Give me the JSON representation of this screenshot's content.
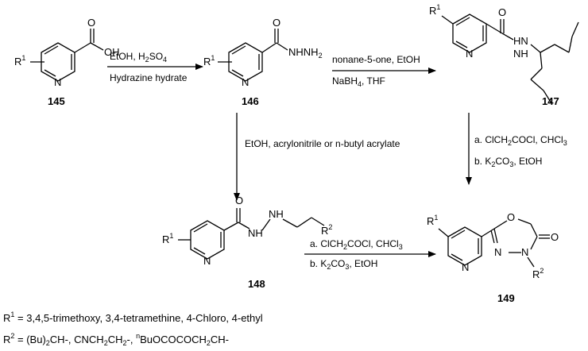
{
  "compounds": {
    "c145": {
      "number": "145",
      "R": "R",
      "R_sup": "1",
      "N": "N",
      "O": "O",
      "OH": "OH"
    },
    "c146": {
      "number": "146",
      "R": "R",
      "R_sup": "1",
      "N": "N",
      "O": "O",
      "group": "NHNH",
      "group_sub": "2"
    },
    "c147": {
      "number": "147",
      "R": "R",
      "R_sup": "1",
      "N": "N",
      "O": "O",
      "group": "HN",
      "group2": "NH"
    },
    "c148": {
      "number": "148",
      "R": "R",
      "R_sup": "1",
      "N": "N",
      "O": "O",
      "nh1": "NH",
      "nh2": "NH",
      "R2": "R",
      "R2_sup": "2"
    },
    "c149": {
      "number": "149",
      "R": "R",
      "R_sup": "1",
      "N": "N",
      "O1": "O",
      "O2": "O",
      "N2": "N",
      "N3": "N",
      "R2": "R",
      "R2_sup": "2"
    }
  },
  "conditions": {
    "s1_top": "EtOH, H",
    "s1_top_sub": "2",
    "s1_top_tail": "SO",
    "s1_top_sub2": "4",
    "s1_bottom": "Hydrazine hydrate",
    "s2_top": "nonane-5-one, EtOH",
    "s2_bottom": "NaBH",
    "s2_bottom_sub": "4",
    "s2_bottom_tail": ", THF",
    "s3": "EtOH, acrylonitrile or n-butyl acrylate",
    "s4_a": "a. ClCH",
    "s4_a_sub": "2",
    "s4_a_tail": "COCl, CHCl",
    "s4_a_sub2": "3",
    "s4_b": "b. K",
    "s4_b_sub": "2",
    "s4_b_tail": "CO",
    "s4_b_sub2": "3",
    "s4_b_tail2": ", EtOH",
    "s5_a": "a. ClCH",
    "s5_a_sub": "2",
    "s5_a_tail": "COCl, CHCl",
    "s5_a_sub2": "3",
    "s5_b": "b. K",
    "s5_b_sub": "2",
    "s5_b_tail": "CO",
    "s5_b_sub2": "3",
    "s5_b_tail2": ", EtOH"
  },
  "legend": {
    "r1_prefix": "R",
    "r1_sup": "1",
    "r1_text": " =  3,4,5-trimethoxy, 3,4-tetramethine, 4-Chloro, 4-ethyl",
    "r2_prefix": "R",
    "r2_sup": "2",
    "r2_text_1": " = (Bu)",
    "r2_sub_1": "2",
    "r2_text_2": "CH-, CNCH",
    "r2_sub_2": "2",
    "r2_text_3": "CH",
    "r2_sub_3": "2",
    "r2_text_4": "-, ",
    "r2_sup_n": "n",
    "r2_text_5": "BuOCOCOCH",
    "r2_sub_4": "2",
    "r2_text_6": "CH-"
  }
}
